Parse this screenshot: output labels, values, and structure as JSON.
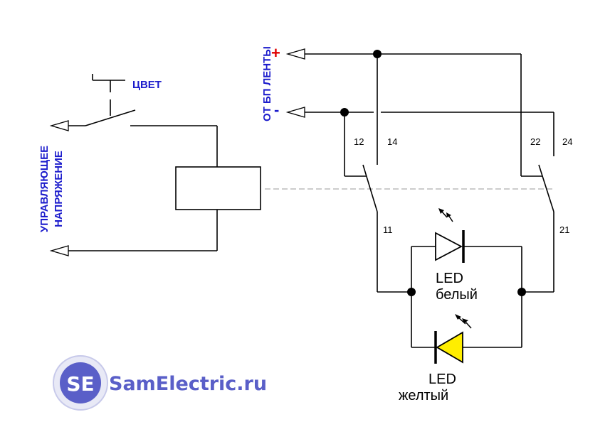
{
  "labels": {
    "color_button": "ЦВЕТ",
    "control_voltage_line1": "УПРАВЛЯЮЩЕЕ",
    "control_voltage_line2": "НАПРЯЖЕНИЕ",
    "power_source": "ОТ БП ЛЕНТЫ",
    "plus": "+",
    "minus": "-"
  },
  "relay_pins": {
    "p12": "12",
    "p14": "14",
    "p11": "11",
    "p22": "22",
    "p24": "24",
    "p21": "21"
  },
  "leds": {
    "white": {
      "line1": "LED",
      "line2": "белый",
      "color": "#ffffff"
    },
    "yellow": {
      "line1": "LED",
      "line2": "желтый",
      "color": "#ffee00"
    }
  },
  "brand": {
    "logo_letters": "SE",
    "name": "SamElectric.ru",
    "color": "#5a5fc8"
  },
  "colors": {
    "label_blue": "#1c1ccc",
    "plus_red": "#e00000",
    "minus_blue": "#1c1ccc",
    "mech_link": "#999999"
  }
}
